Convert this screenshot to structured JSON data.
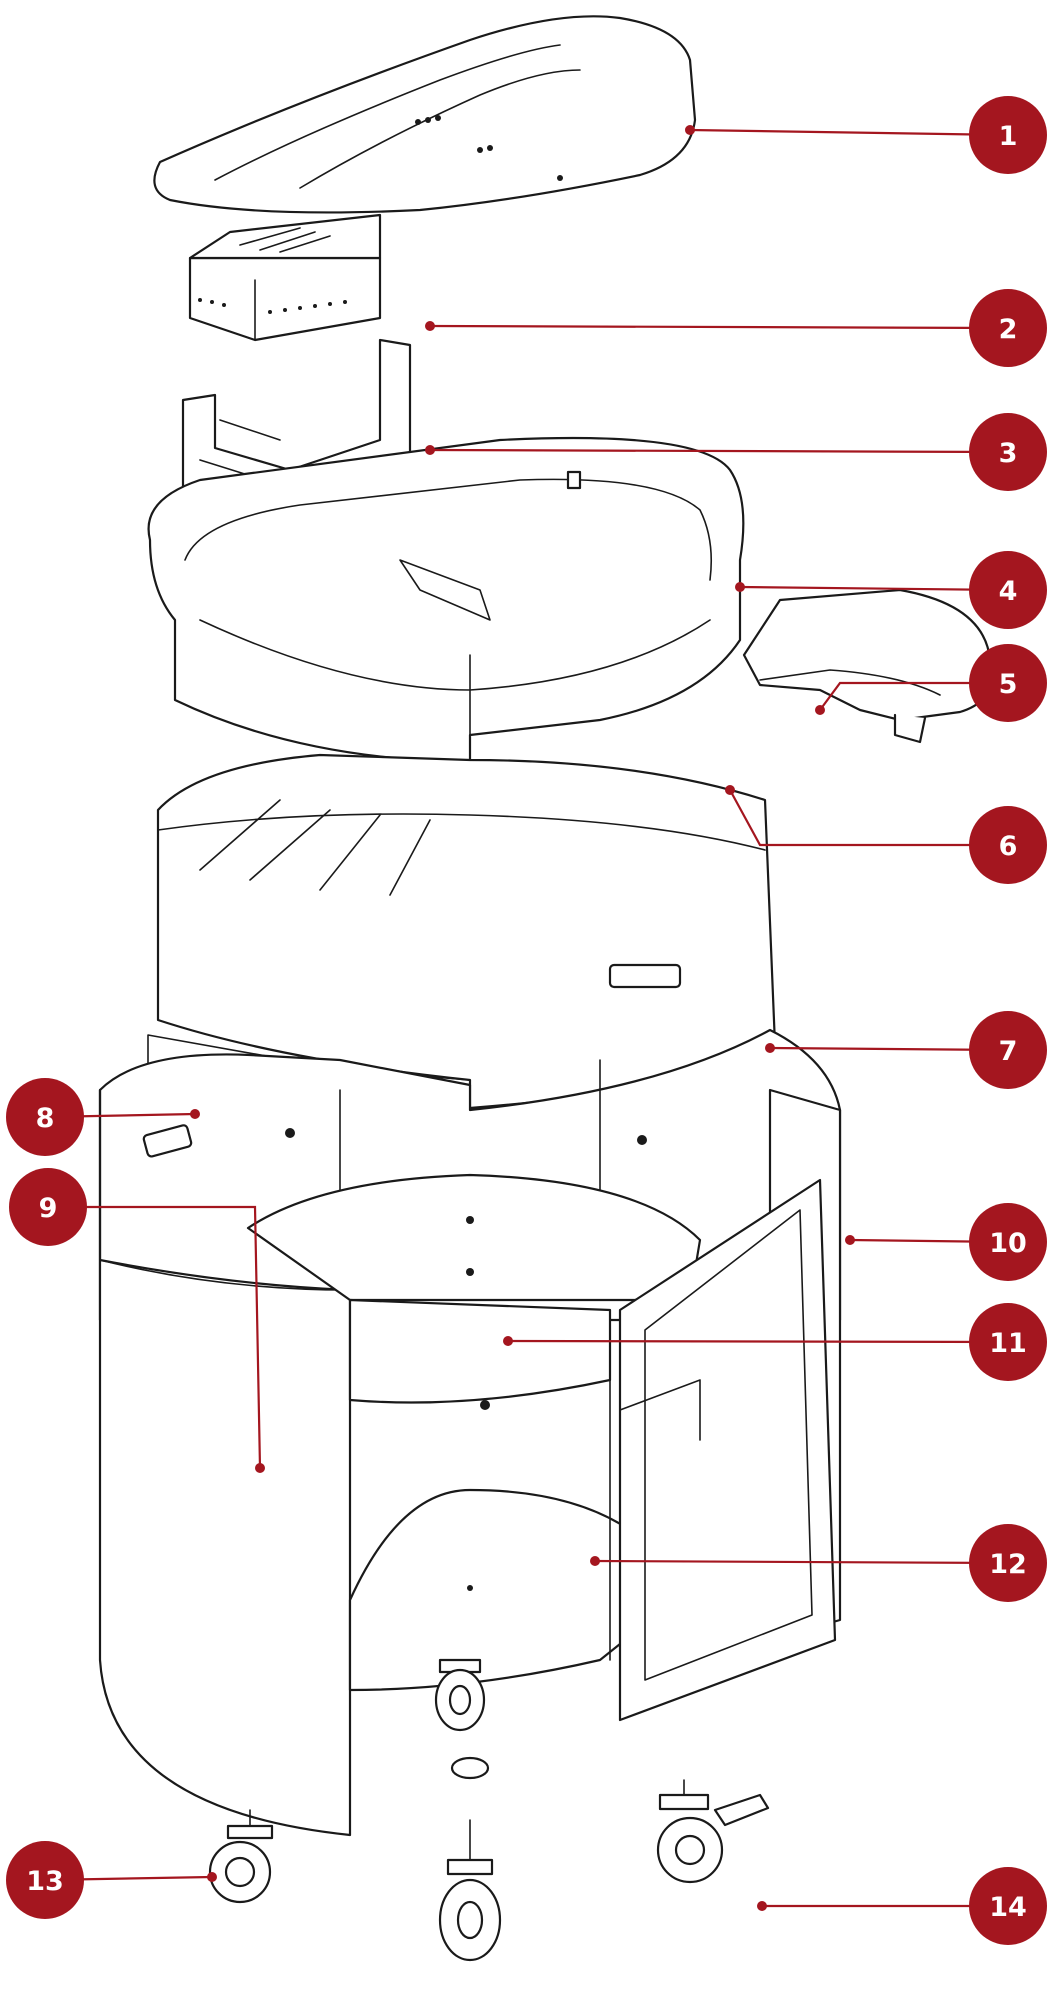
{
  "accent_color": "#a4161f",
  "callouts": [
    {
      "number": "1"
    },
    {
      "number": "2"
    },
    {
      "number": "3"
    },
    {
      "number": "4"
    },
    {
      "number": "5"
    },
    {
      "number": "6"
    },
    {
      "number": "7"
    },
    {
      "number": "8"
    },
    {
      "number": "9"
    },
    {
      "number": "10"
    },
    {
      "number": "11"
    },
    {
      "number": "12"
    },
    {
      "number": "13"
    },
    {
      "number": "14"
    }
  ]
}
